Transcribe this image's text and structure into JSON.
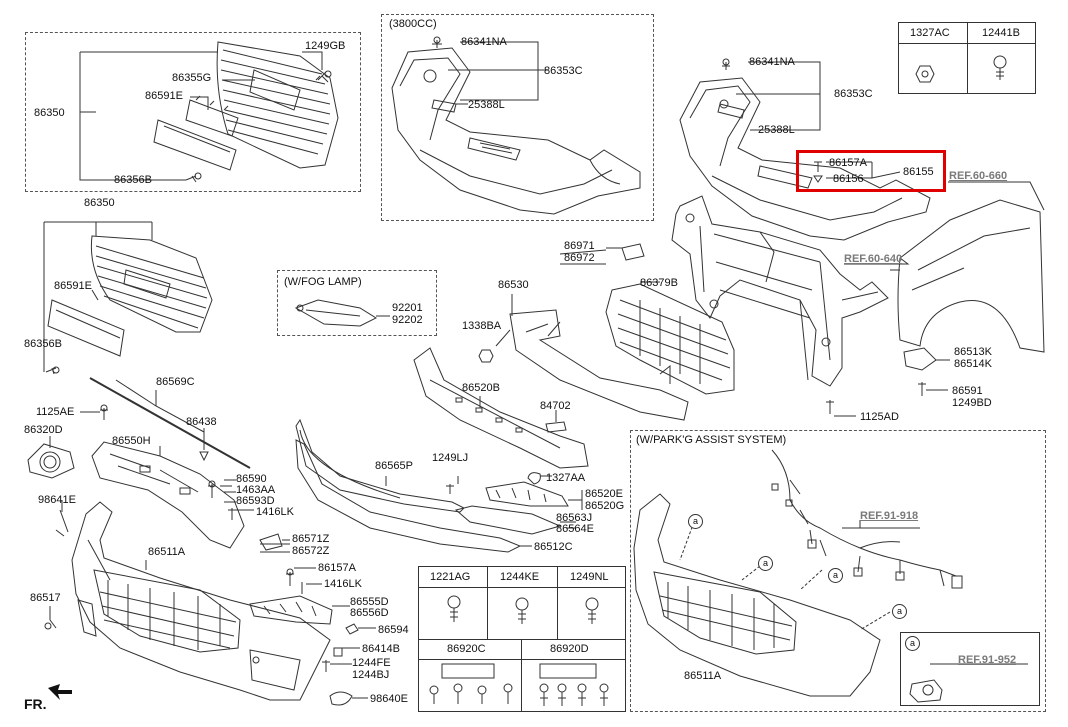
{
  "boxes": {
    "v3800": "(3800CC)",
    "fog": "(W/FOG LAMP)",
    "park": "(W/PARK'G ASSIST SYSTEM)"
  },
  "fr_label": "FR.",
  "circle_letter": "a",
  "refs": {
    "r60660": "REF.60-660",
    "r60640": "REF.60-640",
    "r91918": "REF.91-918",
    "r91952": "REF.91-952"
  },
  "tables": {
    "top_right": [
      "1327AC",
      "12441B"
    ],
    "bottom_row1": [
      "1221AG",
      "1244KE",
      "1249NL"
    ],
    "bottom_row2": [
      "86920C",
      "86920D"
    ]
  },
  "labels": {
    "p1249GB": "1249GB",
    "p86350a": "86350",
    "p86355G": "86355G",
    "p86591Ea": "86591E",
    "p86356Ba": "86356B",
    "p86341NAa": "86341NA",
    "p86353Ca": "86353C",
    "p25388La": "25388L",
    "p86341NAb": "86341NA",
    "p86353Cb": "86353C",
    "p25388Lb": "25388L",
    "p86157Aa": "86157A",
    "p86156": "86156",
    "p86155": "86155",
    "p86350b": "86350",
    "p86591Eb": "86591E",
    "p86356Bb": "86356B",
    "p92201": "92201",
    "p92202": "92202",
    "p86971": "86971",
    "p86972": "86972",
    "p86530": "86530",
    "p86379B": "86379B",
    "p1338BA": "1338BA",
    "p86520B": "86520B",
    "p84702": "84702",
    "p86513K": "86513K",
    "p86514K": "86514K",
    "p86591": "86591",
    "p1249BD": "1249BD",
    "p1125AD": "1125AD",
    "p86569C": "86569C",
    "p1125AE": "1125AE",
    "p86438": "86438",
    "p86320D": "86320D",
    "p86550H": "86550H",
    "p86565P": "86565P",
    "p1249LJ": "1249LJ",
    "p1327AA": "1327AA",
    "p86590": "86590",
    "p1463AA": "1463AA",
    "p86593D": "86593D",
    "p1416LKa": "1416LK",
    "p86520E": "86520E",
    "p86520G": "86520G",
    "p86563J": "86563J",
    "p86564E": "86564E",
    "p98641E": "98641E",
    "p86571Z": "86571Z",
    "p86572Z": "86572Z",
    "p86512C": "86512C",
    "p86511Aa": "86511A",
    "p86157Ab": "86157A",
    "p1416LKb": "1416LK",
    "p86517": "86517",
    "p86555D": "86555D",
    "p86556D": "86556D",
    "p86594": "86594",
    "p86414B": "86414B",
    "p1244FE": "1244FE",
    "p1244BJ": "1244BJ",
    "p98640E": "98640E",
    "p86511Ab": "86511A"
  }
}
